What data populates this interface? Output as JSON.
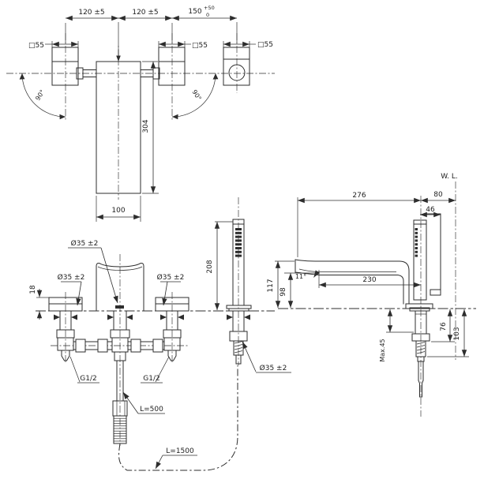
{
  "drawing": {
    "meta": {
      "background": "#ffffff",
      "ink": "#2d2d2d",
      "description": "bath faucet installation dimension drawing, three orthographic views"
    },
    "top_view": {
      "dim_120_left": "120 ±5",
      "dim_120_right": "120 ±5",
      "dim_150": "150",
      "dim_150_tol_upper": "+50",
      "dim_150_tol_lower": "0",
      "square_55": "□55",
      "angle_90": "90°",
      "dim_304": "304",
      "dim_100": "100"
    },
    "front_view": {
      "dia_35": "Ø35 ±2",
      "dim_18": "18",
      "dim_208": "208",
      "thread_g12": "G1/2",
      "hose_l500": "L=500",
      "hose_l1500": "L=1500"
    },
    "side_view": {
      "water_line": "W. L.",
      "dim_276": "276",
      "dim_80": "80",
      "dim_46": "46",
      "dim_230": "230",
      "angle_11": "11°",
      "dim_117": "117",
      "dim_98": "98",
      "max_45": "Max.45",
      "dim_76": "76",
      "dim_103": "103"
    }
  }
}
